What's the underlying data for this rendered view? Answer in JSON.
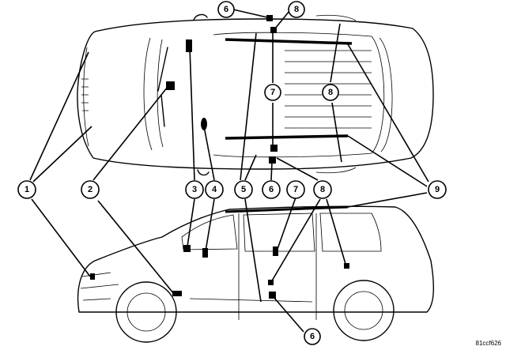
{
  "figure_id": "81ccf626",
  "callouts": [
    {
      "id": "c6a",
      "label": "6"
    },
    {
      "id": "c8a",
      "label": "8"
    },
    {
      "id": "c7a",
      "label": "7"
    },
    {
      "id": "c8b",
      "label": "8"
    },
    {
      "id": "c1",
      "label": "1"
    },
    {
      "id": "c2",
      "label": "2"
    },
    {
      "id": "c3",
      "label": "3"
    },
    {
      "id": "c4",
      "label": "4"
    },
    {
      "id": "c5",
      "label": "5"
    },
    {
      "id": "c6b",
      "label": "6"
    },
    {
      "id": "c7b",
      "label": "7"
    },
    {
      "id": "c8c",
      "label": "8"
    },
    {
      "id": "c9",
      "label": "9"
    },
    {
      "id": "c6c",
      "label": "6"
    }
  ]
}
